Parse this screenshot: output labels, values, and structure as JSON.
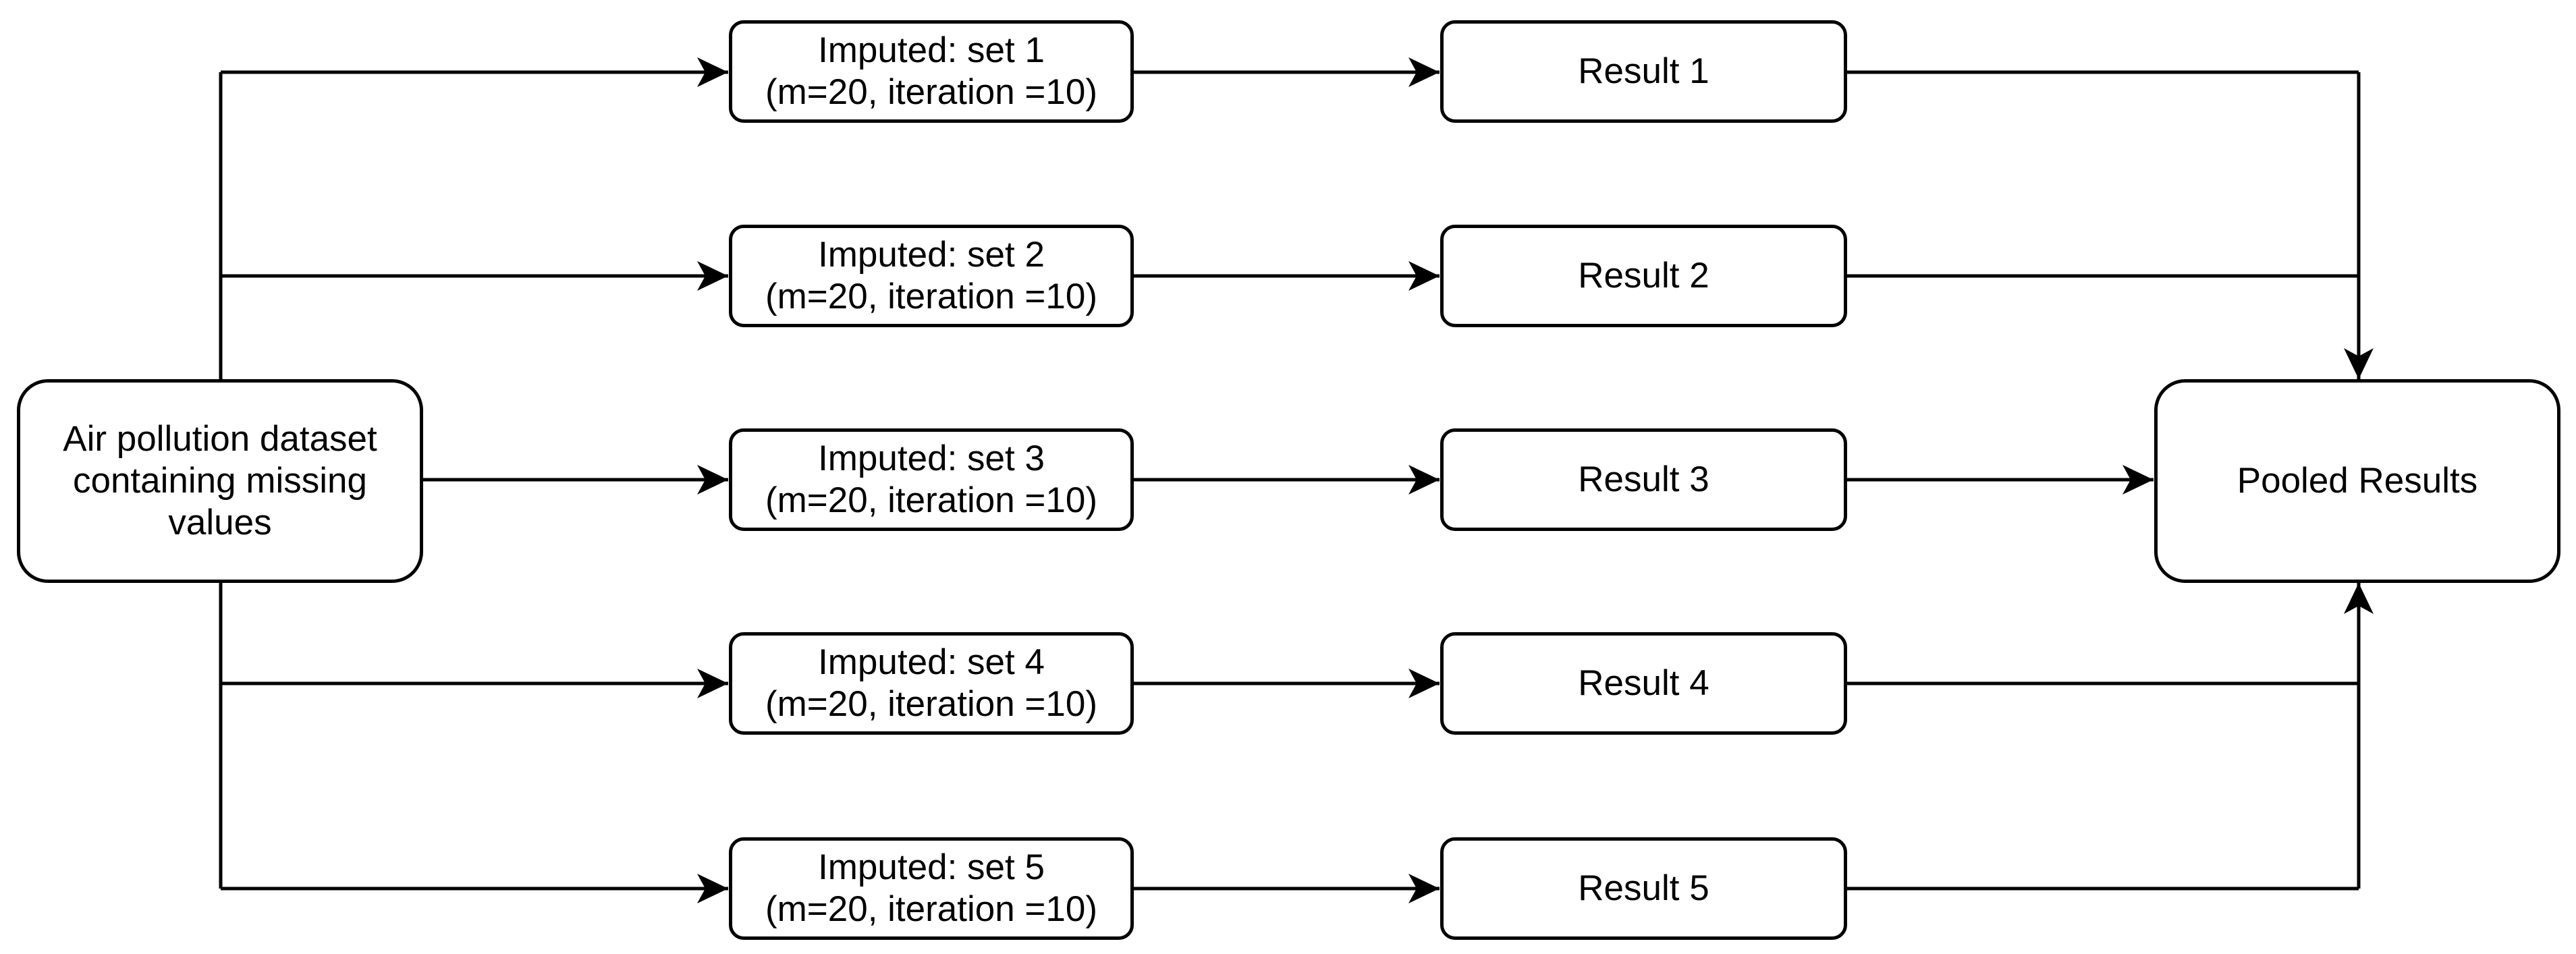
{
  "diagram": {
    "source": {
      "lines": [
        "Air pollution dataset",
        "containing missing",
        "values"
      ]
    },
    "imputed_sets": [
      {
        "title": "Imputed: set 1",
        "params": "(m=20, iteration =10)"
      },
      {
        "title": "Imputed: set 2",
        "params": "(m=20, iteration =10)"
      },
      {
        "title": "Imputed: set 3",
        "params": "(m=20, iteration =10)"
      },
      {
        "title": "Imputed: set 4",
        "params": "(m=20, iteration =10)"
      },
      {
        "title": "Imputed: set 5",
        "params": "(m=20, iteration =10)"
      }
    ],
    "results": [
      {
        "label": "Result 1"
      },
      {
        "label": "Result 2"
      },
      {
        "label": "Result 3"
      },
      {
        "label": "Result 4"
      },
      {
        "label": "Result 5"
      }
    ],
    "pooled": {
      "label": "Pooled Results"
    },
    "colors": {
      "stroke": "#000000",
      "fill": "#ffffff",
      "text": "#000000"
    }
  }
}
